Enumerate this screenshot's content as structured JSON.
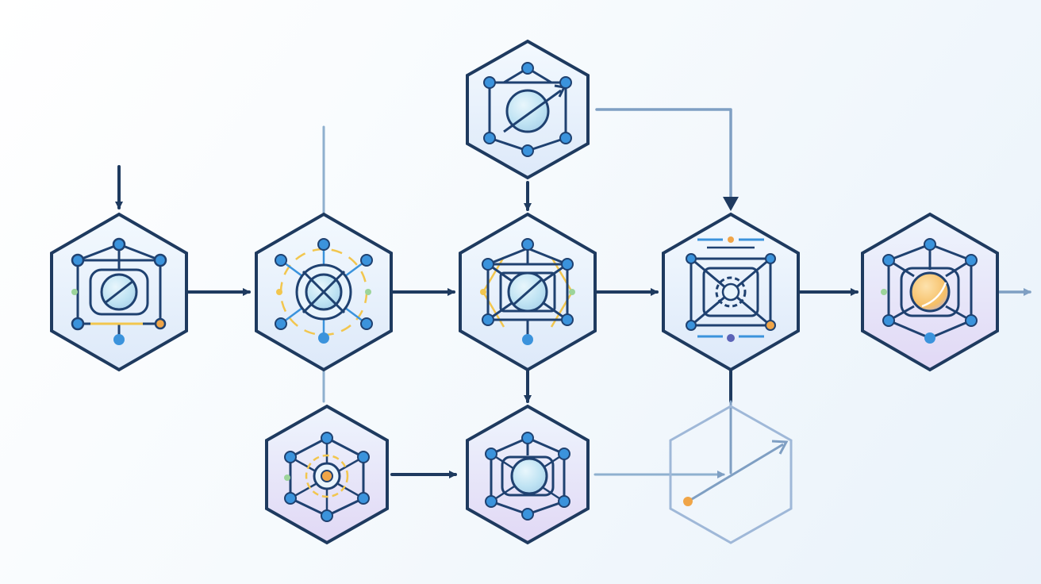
{
  "diagram": {
    "type": "hexagon-flow",
    "colors": {
      "background": "#f4f8fc",
      "hex_stroke": "#1e3a5f",
      "hex_fill_top": "#f3f9fe",
      "hex_fill_bottom": "#dde9f9",
      "hex_fill_violet": "#e4dcf6",
      "connector_dark": "#1e3a5f",
      "connector_light": "#7f9fc3",
      "node_blue": "#3b93dc",
      "node_outline": "#1f4170",
      "accent_orange": "#f0a548",
      "accent_yellow": "#f2c64e",
      "accent_green": "#9cd49a",
      "orb_fill": "#bfe3f3",
      "orb_orange": "#f6bf66",
      "ghost_stroke": "#9fb8d8"
    },
    "nodes": [
      {
        "id": "input-node",
        "icon": "network-orb-icon"
      },
      {
        "id": "hub-node",
        "icon": "crossed-target-icon"
      },
      {
        "id": "top-node",
        "icon": "orb-arrow-icon"
      },
      {
        "id": "center-node",
        "icon": "network-orb-icon"
      },
      {
        "id": "gear-node",
        "icon": "gear-grid-icon"
      },
      {
        "id": "output-node",
        "icon": "orange-orb-icon"
      },
      {
        "id": "lower-left-node",
        "icon": "web-cluster-icon"
      },
      {
        "id": "lower-center-node",
        "icon": "network-orb-icon"
      },
      {
        "id": "ghost-node",
        "icon": "trend-arrow-icon"
      }
    ],
    "edges": [
      {
        "from": "entry",
        "to": "input-node"
      },
      {
        "from": "input-node",
        "to": "hub-node"
      },
      {
        "from": "hub-node",
        "to": "center-node"
      },
      {
        "from": "center-node",
        "to": "gear-node"
      },
      {
        "from": "gear-node",
        "to": "output-node"
      },
      {
        "from": "output-node",
        "to": "exit"
      },
      {
        "from": "top-node",
        "to": "center-node"
      },
      {
        "from": "top-node",
        "to": "gear-node"
      },
      {
        "from": "center-node",
        "to": "lower-center-node"
      },
      {
        "from": "lower-left-node",
        "to": "lower-center-node"
      },
      {
        "from": "lower-center-node",
        "to": "ghost-node"
      },
      {
        "from": "gear-node",
        "to": "ghost-node"
      }
    ]
  }
}
